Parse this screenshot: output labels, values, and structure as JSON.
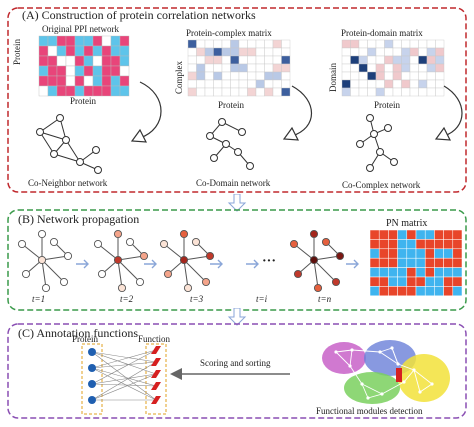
{
  "panelA": {
    "title": "(A) Construction of protein correlation networks",
    "matrix1": {
      "title": "Original PPI network",
      "xlabel": "Protein",
      "ylabel": "Protein"
    },
    "matrix2": {
      "title": "Protein-complex matrix",
      "xlabel": "Protein",
      "ylabel": "Complex"
    },
    "matrix3": {
      "title": "Protein-domain matrix",
      "xlabel": "Protein",
      "ylabel": "Domain"
    },
    "net1": "Co-Neighbor network",
    "net2": "Co-Domain network",
    "net3": "Co-Complex network",
    "colors": {
      "border": "#c0282d",
      "pink": "#e8457a",
      "blue": "#5ec4ea"
    }
  },
  "panelB": {
    "title": "(B) Network propagation",
    "steps": [
      "t=1",
      "t=2",
      "t=3",
      "t=i",
      "t=n"
    ],
    "ellipsis": "···",
    "pn_title": "PN matrix",
    "colors": {
      "border": "#3a9a4a",
      "red": "#e8452a",
      "blue": "#3fb4ef"
    }
  },
  "panelC": {
    "title": "(C) Annotation functions",
    "protein_label": "Protein",
    "function_label": "Function",
    "scoring": "Scoring and sorting",
    "modules": "Functional modules detection",
    "colors": {
      "border": "#8a4fb3",
      "protein": "#1f5fb0",
      "function": "#d62020"
    }
  }
}
